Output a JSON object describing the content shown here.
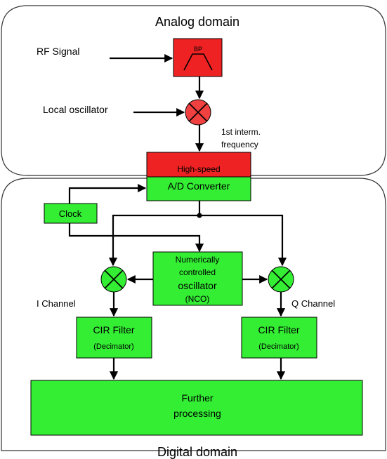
{
  "domains": {
    "analog_title": "Analog domain",
    "digital_title": "Digital domain"
  },
  "inputs": {
    "rf_signal": "RF Signal",
    "local_oscillator": "Local oscillator",
    "intermediate_frequency_line1": "1st interm.",
    "intermediate_frequency_line2": "frequency"
  },
  "blocks": {
    "bandpass_label": "BP",
    "adc_top": "High-speed",
    "adc_bottom": "A/D Converter",
    "clock": "Clock",
    "nco_line1": "Numerically",
    "nco_line2": "controlled",
    "nco_line3": "oscillator",
    "nco_line4": "(NCO)",
    "cir_left_title": "CIR Filter",
    "cir_left_sub": "(Decimator)",
    "cir_right_title": "CIR Filter",
    "cir_right_sub": "(Decimator)",
    "further_line1": "Further",
    "further_line2": "processing"
  },
  "channels": {
    "i_channel": "I Channel",
    "q_channel": "Q Channel"
  },
  "colors": {
    "green": "#33ee33",
    "red": "#ee2222",
    "mixer_red": "#f04040",
    "wire": "#000000"
  },
  "icons": {
    "mixer": "mixer-x-circle-icon",
    "bandpass": "bandpass-filter-icon"
  }
}
